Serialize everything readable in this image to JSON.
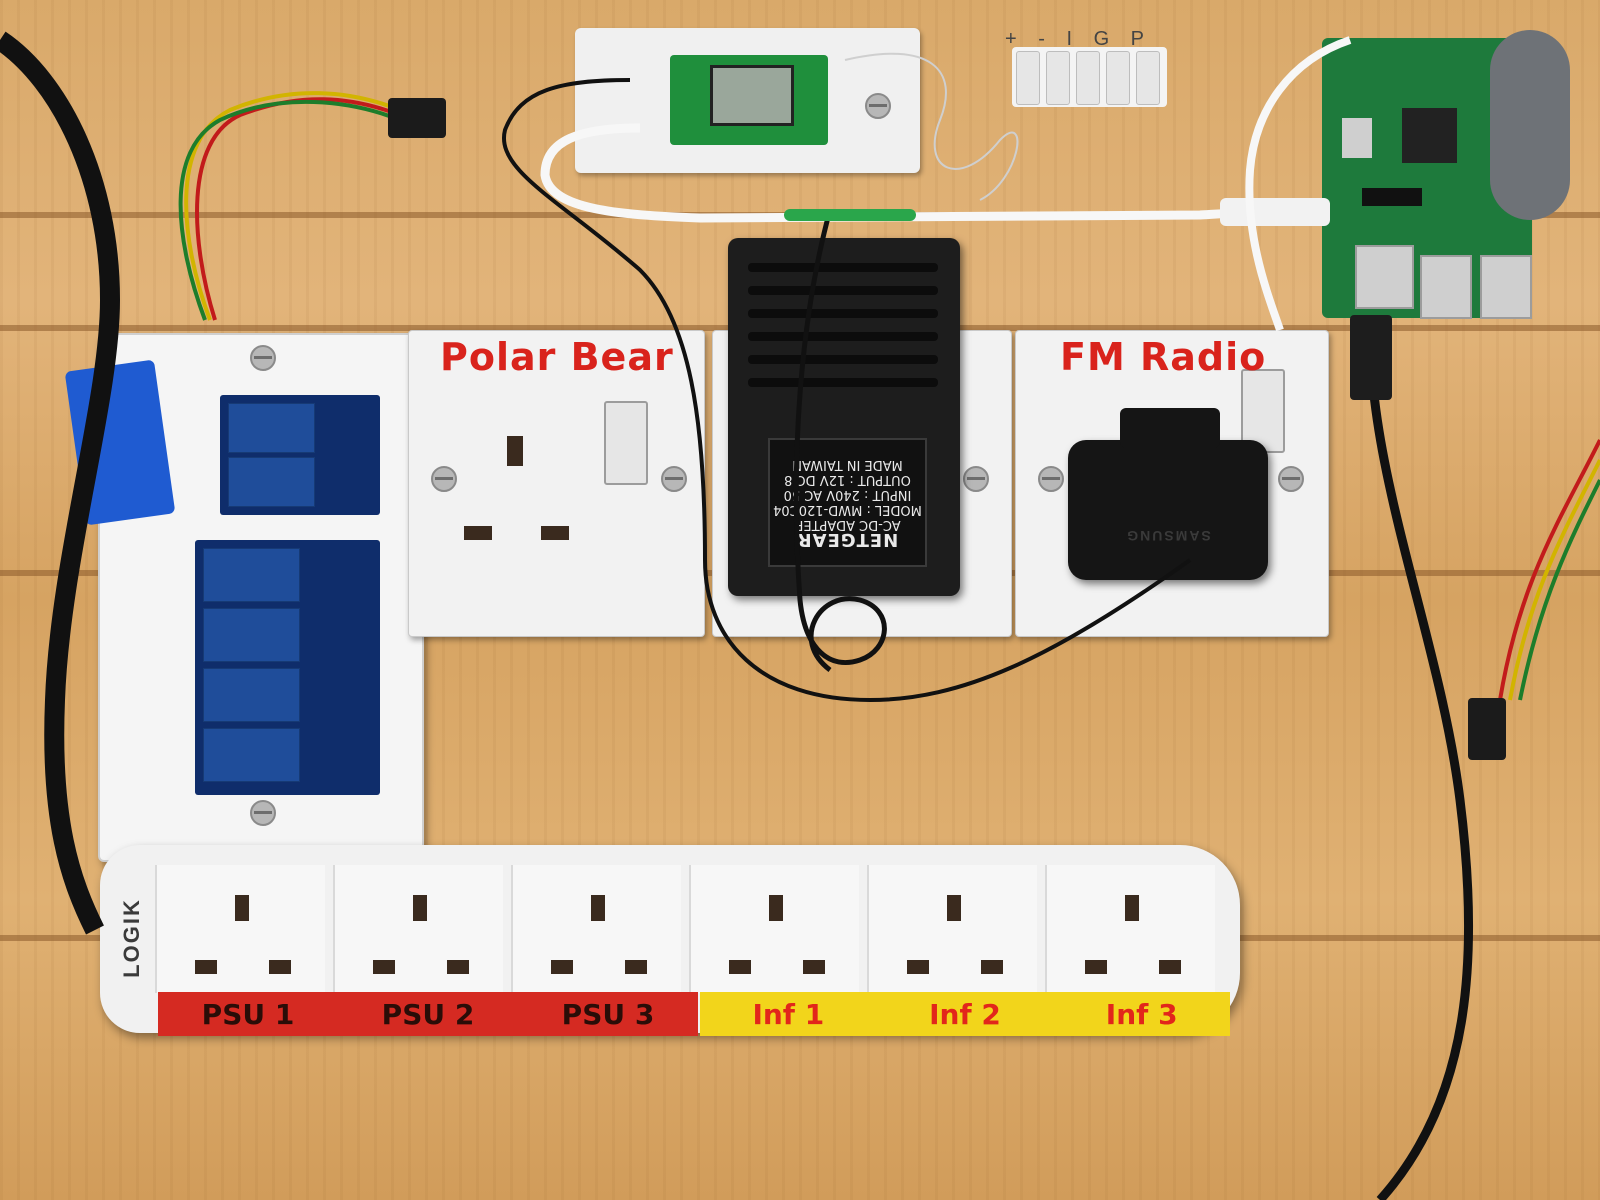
{
  "scene": {
    "labels": {
      "socket_left": "Polar Bear",
      "socket_right": "FM Radio",
      "strip_logo": "LOGIK",
      "strip_outlets": [
        "PSU 1",
        "PSU 2",
        "PSU 3",
        "Inf 1",
        "Inf 2",
        "Inf 3"
      ],
      "terminal_marks": "+ - I G P",
      "adapter_brand": "NETGEAR",
      "adapter_text": "AC-DC ADAPTER",
      "adapter_model": "MODEL : MWD-120C04",
      "adapter_input": "INPUT : 240V AC 50",
      "adapter_output": "OUTPUT : 12V DC 8",
      "adapter_made": "MADE IN TAIWAN",
      "charger_brand": "SAMSUNG"
    },
    "colors": {
      "board_wood": "#d9a96a",
      "red_label": "#d9231c",
      "yellow_label": "#f2d51b",
      "relay_blue": "#1f4d9a",
      "pi_green": "#1e7a3c"
    }
  }
}
